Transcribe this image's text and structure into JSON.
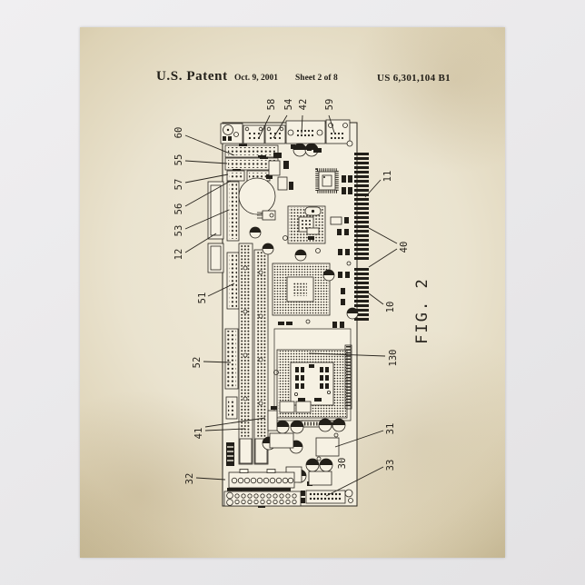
{
  "poster": {
    "header": {
      "patent": "U.S. Patent",
      "date": "Oct. 9, 2001",
      "sheet": "Sheet 2 of 8",
      "number": "US 6,301,104 B1"
    },
    "figure": {
      "label": "FIG. 2",
      "reference_numerals": {
        "n58": "58",
        "n54": "54",
        "n42": "42",
        "n59": "59",
        "n60": "60",
        "n55": "55",
        "n57": "57",
        "n56": "56",
        "n53": "53",
        "n12": "12",
        "n51": "51",
        "n52": "52",
        "n41": "41",
        "n32": "32",
        "n11": "11",
        "n40": "40",
        "n10": "10",
        "n130": "130",
        "n31": "31",
        "n30": "30",
        "n33": "33"
      }
    }
  },
  "colors": {
    "ink": "#29251e",
    "paper_light": "#f0ead9",
    "paper_dark": "#bcae87",
    "backdrop": "#e9e8ea"
  }
}
